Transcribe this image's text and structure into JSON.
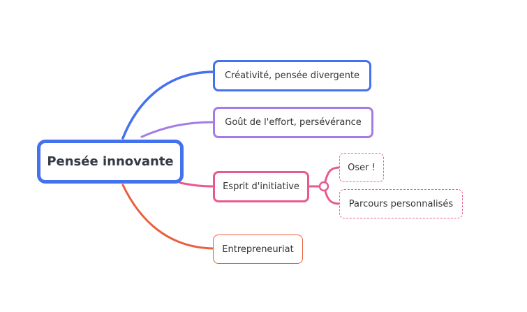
{
  "mindmap": {
    "root": {
      "label": "Pensée innovante",
      "color": "#4471ee"
    },
    "branches": [
      {
        "label": "Créativité, pensée divergente",
        "color": "#4471ee"
      },
      {
        "label": "Goût de l'effort, persévérance",
        "color": "#a57ce6"
      },
      {
        "label": "Esprit d'initiative",
        "color": "#e85a8f",
        "children": [
          {
            "label": "Oser !"
          },
          {
            "label": "Parcours personnalisés"
          }
        ]
      },
      {
        "label": "Entrepreneuriat",
        "color": "#e9603f"
      }
    ]
  }
}
